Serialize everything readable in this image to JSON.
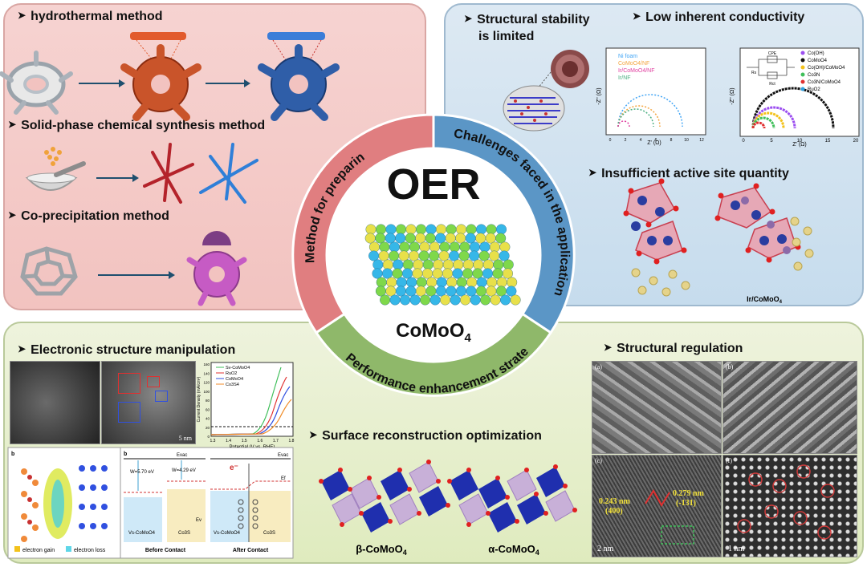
{
  "center": {
    "title": "OER",
    "material_main": "CoMoO",
    "material_sub": "4",
    "ring_sections": {
      "preparation": "Method for preparing catalysts",
      "challenges": "Challenges faced in the application",
      "performance": "Performance enhancement strategies"
    }
  },
  "colors": {
    "ring_red": "#e07e80",
    "ring_blue": "#5b96c6",
    "ring_green": "#8fb86a",
    "accent_blue": "#2c3ea8"
  },
  "preparation": {
    "hydrothermal": "hydrothermal method",
    "solid_phase": "Solid-phase chemical synthesis method",
    "coprecipitation": "Co-precipitation method"
  },
  "challenges": {
    "stability_line1": "Structural stability",
    "stability_line2": "is limited",
    "conductivity": "Low inherent conductivity",
    "active_sites": "Insufficient active site quantity",
    "ir_label": "Ir/CoMoO",
    "ir_label_sub": "4",
    "nyquist1": {
      "legend": [
        "Ni foam",
        "CoMoO4/NF",
        "Ir/CoMoO4/NF",
        "Ir/NF"
      ],
      "xlabel": "Z' (Ω)",
      "ylabel": "-Z'' (Ω)",
      "xticks": [
        "0",
        "2",
        "4",
        "6",
        "8",
        "10",
        "12"
      ]
    },
    "nyquist2": {
      "legend": [
        "Co(OH)",
        "CoMoO4",
        "Co(OH)/CoMoO4",
        "Co3N",
        "Co3N/CoMoO4",
        "RuO2"
      ],
      "xlabel": "Z' (Ω)",
      "ylabel": "-Z'' (Ω)",
      "xticks": [
        "0",
        "5",
        "10",
        "15",
        "20"
      ],
      "circuit": [
        "CPE",
        "Rs",
        "Rct"
      ]
    }
  },
  "strategies": {
    "electronic": "Electronic structure manipulation",
    "surface": "Surface reconstruction optimization",
    "structural": "Structural regulation",
    "beta": "β-CoMoO",
    "alpha": "α-CoMoO",
    "sub4": "4",
    "lsv": {
      "legend": [
        "Sv-CoMoO4",
        "RuO2",
        "CoMoO4",
        "Co3S4"
      ],
      "xlabel": "Potential (V vs. RHE)",
      "ylabel": "Current Density (mA/cm²)",
      "xticks": [
        "1.3",
        "1.4",
        "1.5",
        "1.6",
        "1.7",
        "1.8"
      ],
      "yticks": [
        "0",
        "20",
        "40",
        "60",
        "80",
        "100",
        "120",
        "140",
        "160"
      ]
    },
    "band": {
      "before": "Before Contact",
      "after": "After Contact",
      "w1": "W=5.70 eV",
      "w2": "W=4.29 eV",
      "evac": "Evac",
      "ef": "Ef",
      "ev": "Ev",
      "mat1": "Vs-CoMoO4",
      "mat2": "Co3S",
      "gain": "electron gain",
      "loss": "electron loss",
      "label_b": "b"
    },
    "sem": {
      "labels": [
        "(a)",
        "(b)",
        "(c)",
        "(f)"
      ],
      "d1": "0.243 nm",
      "d1h": "(400)",
      "d2": "0.279 nm",
      "d2h": "(-131)",
      "scale1": "2 nm",
      "scale2": "1 nm",
      "scale_tem": "5 nm"
    }
  }
}
